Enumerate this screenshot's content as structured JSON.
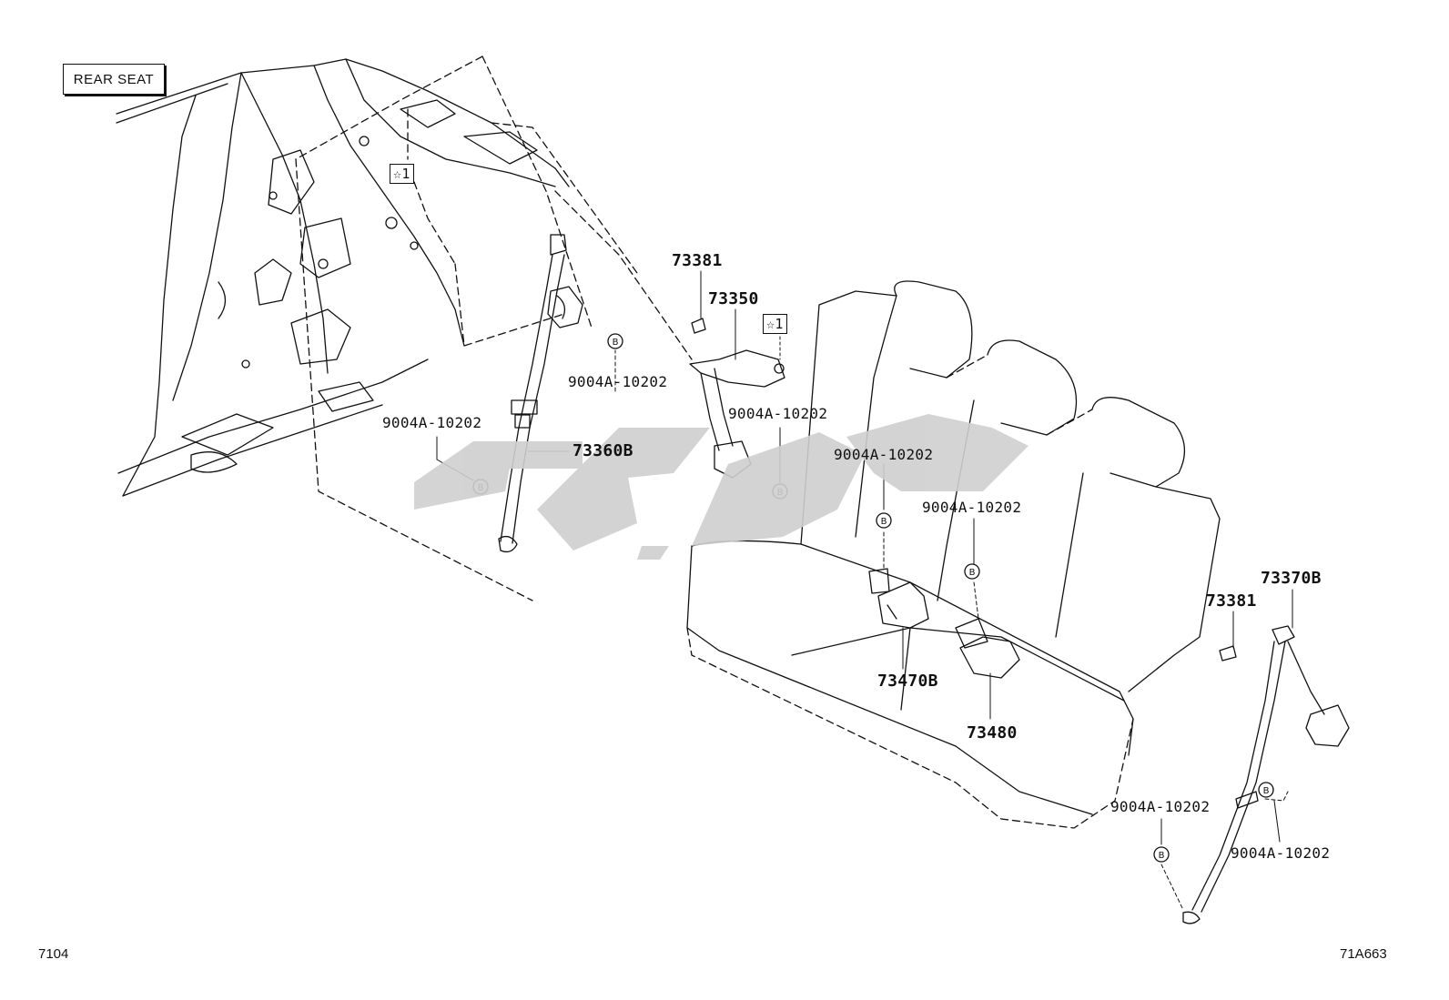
{
  "section_label": "REAR SEAT",
  "callouts": {
    "p73381_a": "73381",
    "p73350": "73350",
    "p73360b": "73360B",
    "p73381_b": "73381",
    "p73370b": "73370B",
    "p73470b": "73470B",
    "p73480": "73480",
    "bolt_1": "9004A-10202",
    "bolt_2": "9004A-10202",
    "bolt_3": "9004A-10202",
    "bolt_4": "9004A-10202",
    "bolt_5": "9004A-10202",
    "bolt_6": "9004A-10202",
    "bolt_7": "9004A-10202",
    "star_ref_1": "☆1",
    "star_ref_2": "☆1"
  },
  "bolt_marker": "B",
  "footer": {
    "page_code": "7104",
    "illustration_code": "71A663"
  },
  "colors": {
    "line": "#111111",
    "watermark": "#cfcfcf"
  }
}
